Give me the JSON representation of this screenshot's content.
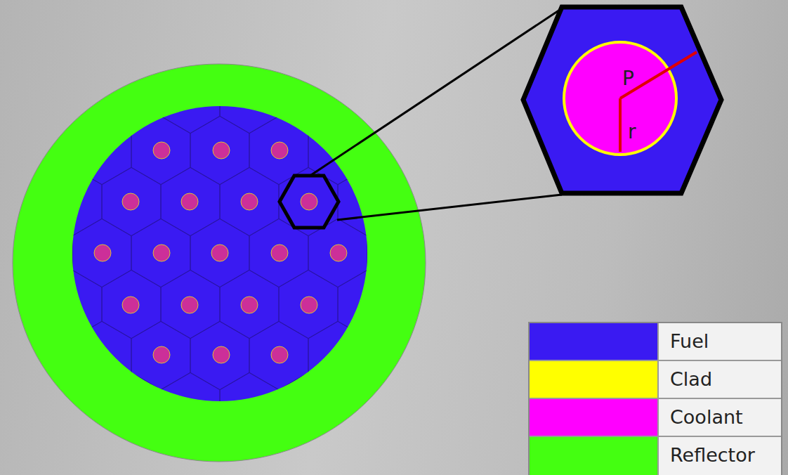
{
  "diagram": {
    "labels": [
      "P",
      "r"
    ],
    "legend": [
      {
        "text": "Fuel",
        "color": "#3a1af2"
      },
      {
        "text": "Clad",
        "color": "#ffff00"
      },
      {
        "text": "Coolant",
        "color": "#ff00ff"
      },
      {
        "text": "Reflector",
        "color": "#44ff11"
      }
    ]
  }
}
